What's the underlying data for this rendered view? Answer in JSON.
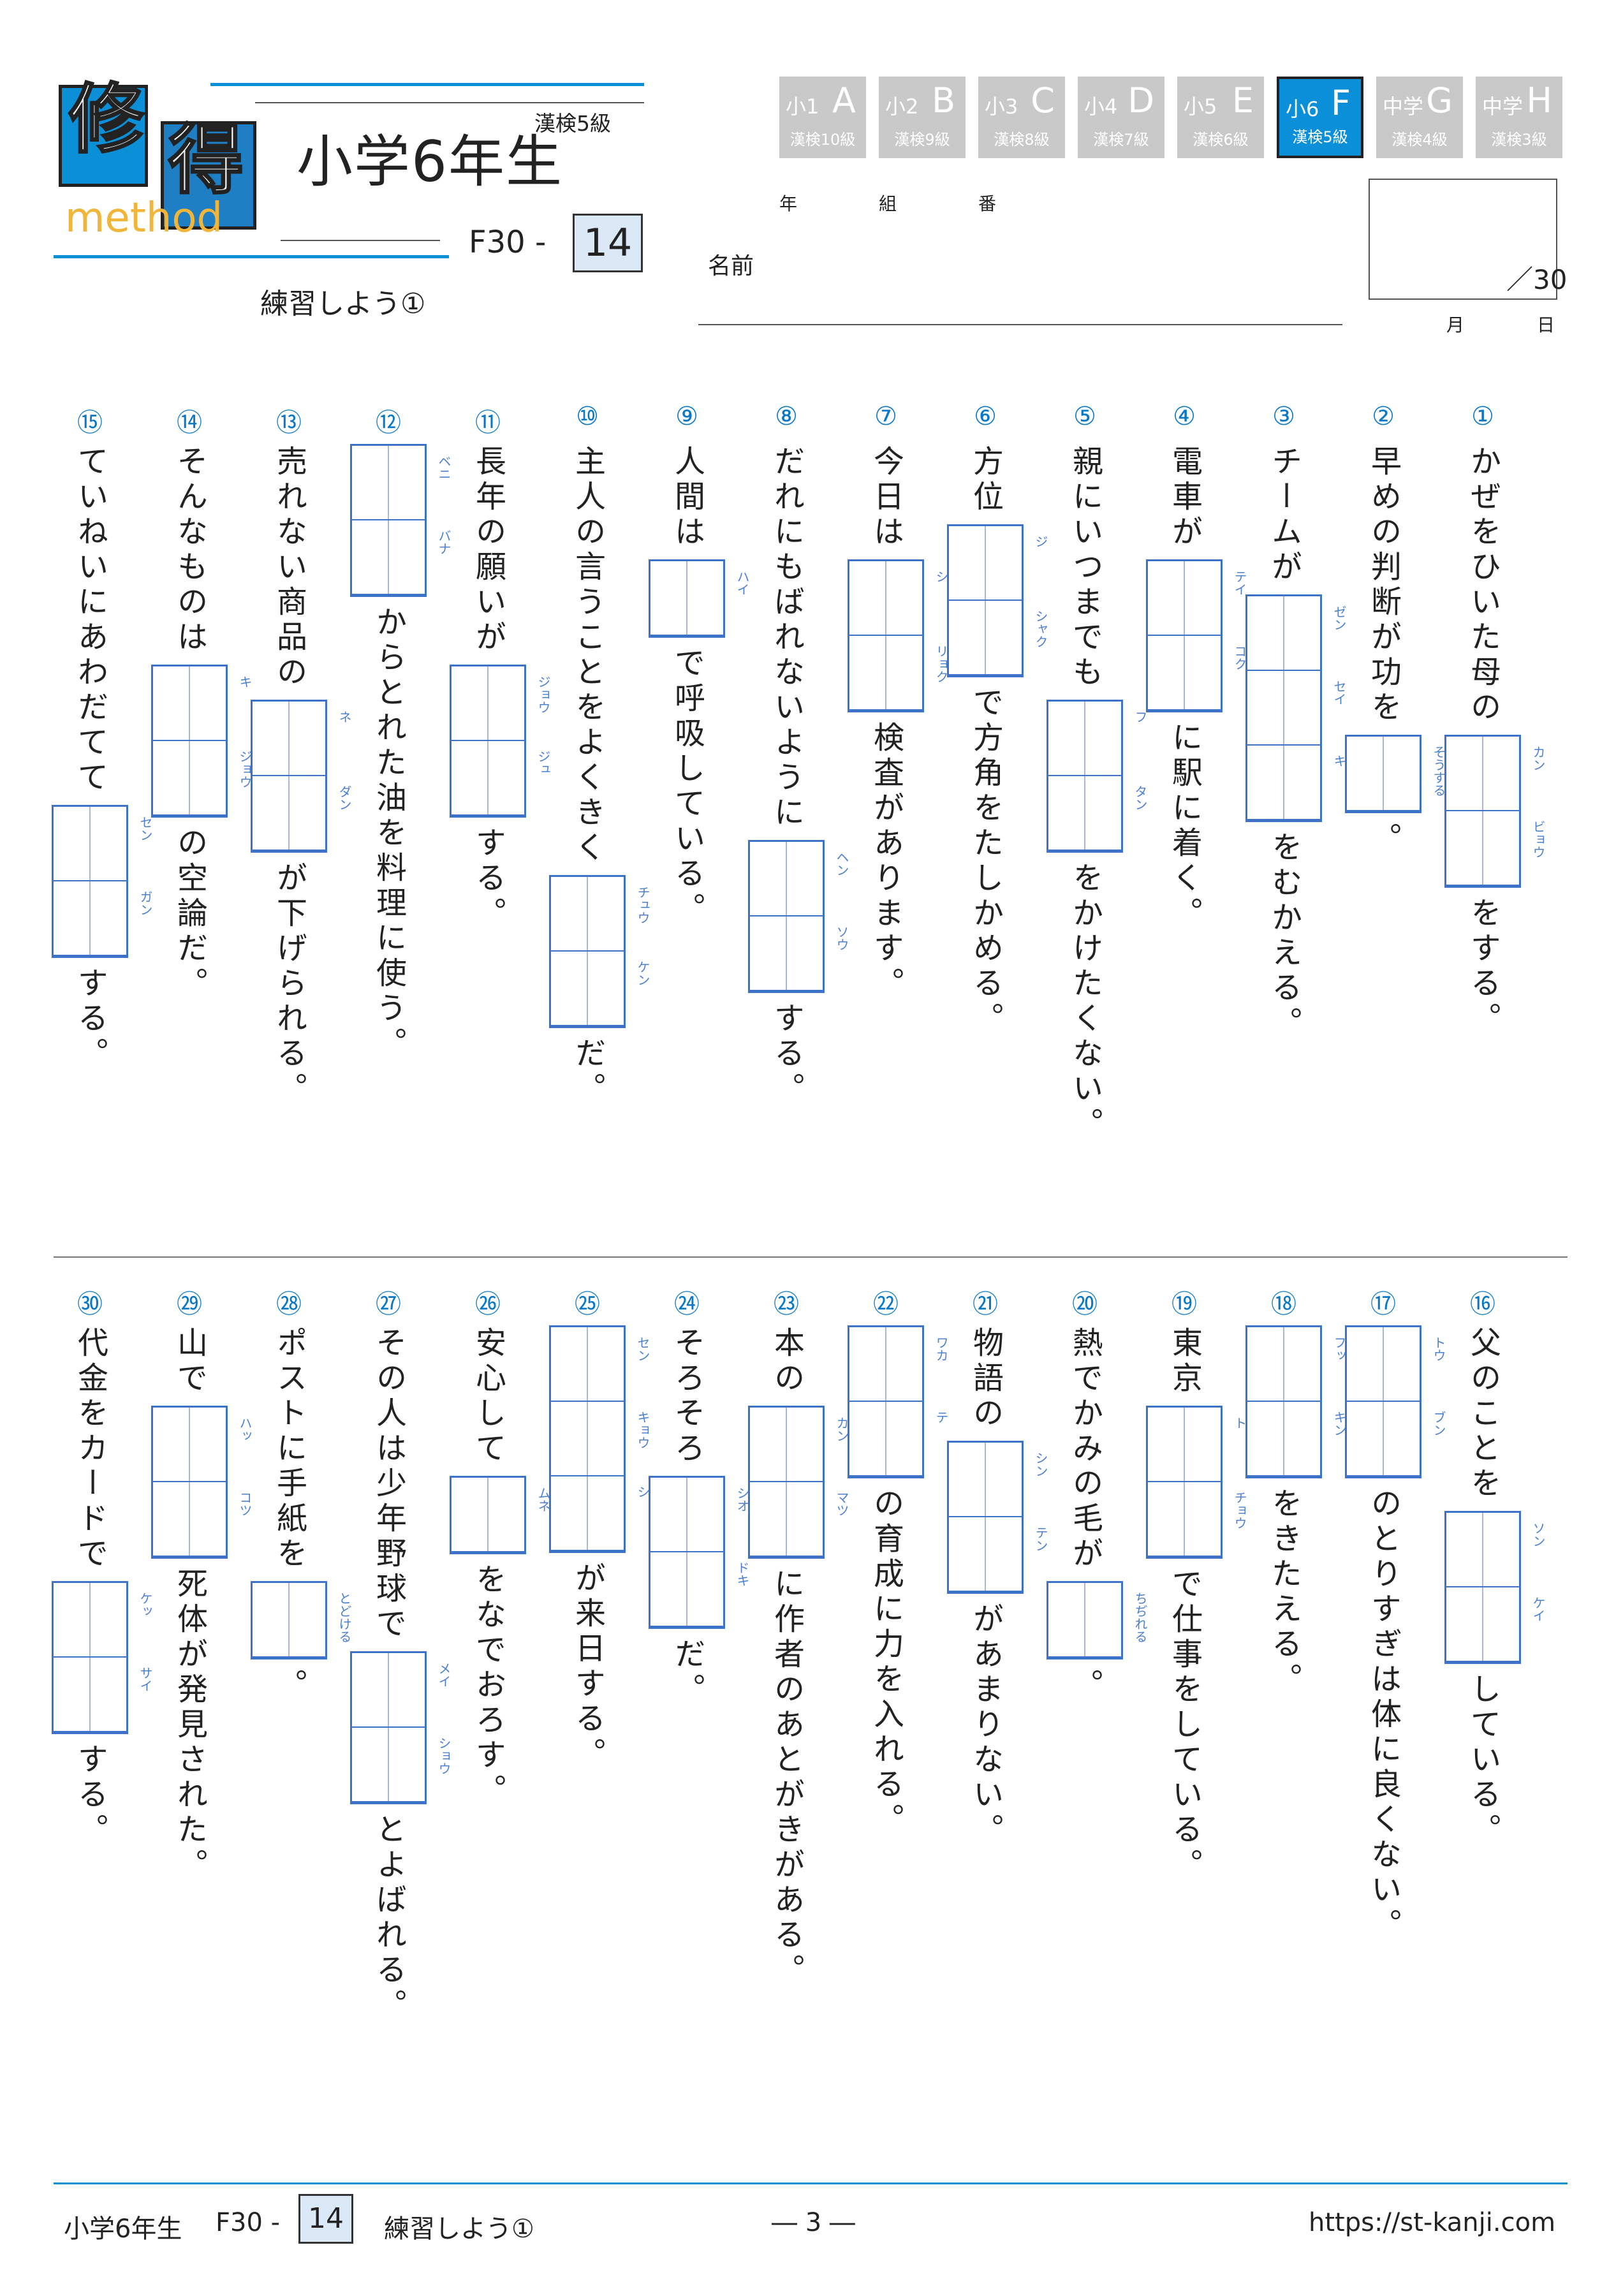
{
  "logo": {
    "kanji1": "修",
    "kanji2": "得",
    "word": "method"
  },
  "header": {
    "grade_title": "小学6年生",
    "kanken": "漢検5級",
    "code_prefix": "F30 -",
    "code_number": "14",
    "sub_title": "練習しよう①"
  },
  "levels": [
    {
      "lv": "小1",
      "letter": "A",
      "ken": "漢検10級",
      "active": false
    },
    {
      "lv": "小2",
      "letter": "B",
      "ken": "漢検9級",
      "active": false
    },
    {
      "lv": "小3",
      "letter": "C",
      "ken": "漢検8級",
      "active": false
    },
    {
      "lv": "小4",
      "letter": "D",
      "ken": "漢検7級",
      "active": false
    },
    {
      "lv": "小5",
      "letter": "E",
      "ken": "漢検6級",
      "active": false
    },
    {
      "lv": "小6",
      "letter": "F",
      "ken": "漢検5級",
      "active": true
    },
    {
      "lv": "中学",
      "letter": "G",
      "ken": "漢検4級",
      "active": false
    },
    {
      "lv": "中学",
      "letter": "H",
      "ken": "漢検3級",
      "active": false
    }
  ],
  "name_area": {
    "year": "年",
    "class": "組",
    "number": "番",
    "name": "名前",
    "month": "月",
    "day": "日",
    "score_total": "／30"
  },
  "questions": [
    {
      "num": "①",
      "parts": [
        {
          "t": "かぜをひいた母の"
        },
        {
          "b": [
            "カン",
            "ビョウ"
          ]
        },
        {
          "t": "をする。"
        }
      ]
    },
    {
      "num": "②",
      "parts": [
        {
          "t": "早めの判断が功を"
        },
        {
          "b": [
            "そうする"
          ],
          "hira": true
        },
        {
          "t": "。"
        }
      ]
    },
    {
      "num": "③",
      "parts": [
        {
          "t": "チームが"
        },
        {
          "b": [
            "ゼン",
            "セイ",
            "キ"
          ]
        },
        {
          "t": "をむかえる。"
        }
      ]
    },
    {
      "num": "④",
      "parts": [
        {
          "t": "電車が"
        },
        {
          "b": [
            "テイ",
            "コク"
          ]
        },
        {
          "t": "に駅に着く。"
        }
      ]
    },
    {
      "num": "⑤",
      "parts": [
        {
          "t": "親にいつまでも"
        },
        {
          "b": [
            "フ",
            "タン"
          ]
        },
        {
          "t": "をかけたくない。"
        }
      ]
    },
    {
      "num": "⑥",
      "parts": [
        {
          "t": "方位"
        },
        {
          "b": [
            "ジ",
            "シャク"
          ]
        },
        {
          "t": "で方角をたしかめる。"
        }
      ]
    },
    {
      "num": "⑦",
      "parts": [
        {
          "t": "今日は"
        },
        {
          "b": [
            "シ",
            "リョク"
          ]
        },
        {
          "t": "検査があります。"
        }
      ]
    },
    {
      "num": "⑧",
      "parts": [
        {
          "t": "だれにもばれないように"
        },
        {
          "b": [
            "ヘン",
            "ソウ"
          ]
        },
        {
          "t": "する。"
        }
      ]
    },
    {
      "num": "⑨",
      "parts": [
        {
          "t": "人間は"
        },
        {
          "b": [
            "ハイ"
          ]
        },
        {
          "t": "で呼吸している。"
        }
      ]
    },
    {
      "num": "⑩",
      "parts": [
        {
          "t": "主人の言うことをよくきく"
        },
        {
          "b": [
            "チュウ",
            "ケン"
          ]
        },
        {
          "t": "だ。"
        }
      ]
    },
    {
      "num": "⑪",
      "parts": [
        {
          "t": "長年の願いが"
        },
        {
          "b": [
            "ジョウ",
            "ジュ"
          ]
        },
        {
          "t": "する。"
        }
      ]
    },
    {
      "num": "⑫",
      "parts": [
        {
          "b": [
            "ベニ",
            "バナ"
          ]
        },
        {
          "t": "からとれた油を料理に使う。"
        }
      ]
    },
    {
      "num": "⑬",
      "parts": [
        {
          "t": "売れない商品の"
        },
        {
          "b": [
            "ネ",
            "ダン"
          ]
        },
        {
          "t": "が下げられる。"
        }
      ]
    },
    {
      "num": "⑭",
      "parts": [
        {
          "t": "そんなものは"
        },
        {
          "b": [
            "キ",
            "ジョウ"
          ]
        },
        {
          "t": "の空論だ。"
        }
      ]
    },
    {
      "num": "⑮",
      "parts": [
        {
          "t": "ていねいにあわだてて"
        },
        {
          "b": [
            "セン",
            "ガン"
          ]
        },
        {
          "t": "する。"
        }
      ]
    },
    {
      "num": "⑯",
      "parts": [
        {
          "t": "父のことを"
        },
        {
          "b": [
            "ソン",
            "ケイ"
          ]
        },
        {
          "t": "している。"
        }
      ]
    },
    {
      "num": "⑰",
      "parts": [
        {
          "b": [
            "トウ",
            "ブン"
          ]
        },
        {
          "t": "のとりすぎは体に良くない。"
        }
      ]
    },
    {
      "num": "⑱",
      "parts": [
        {
          "b": [
            "フッ",
            "キン"
          ]
        },
        {
          "t": "をきたえる。"
        }
      ]
    },
    {
      "num": "⑲",
      "parts": [
        {
          "t": "東京"
        },
        {
          "b": [
            "ト",
            "チョウ"
          ]
        },
        {
          "t": "で仕事をしている。"
        }
      ]
    },
    {
      "num": "⑳",
      "parts": [
        {
          "t": "熱でかみの毛が"
        },
        {
          "b": [
            "ちぢれる"
          ],
          "hira": true
        },
        {
          "t": "。"
        }
      ]
    },
    {
      "num": "㉑",
      "parts": [
        {
          "t": "物語の"
        },
        {
          "b": [
            "シン",
            "テン"
          ]
        },
        {
          "t": "があまりない。"
        }
      ]
    },
    {
      "num": "㉒",
      "parts": [
        {
          "b": [
            "ワカ",
            "テ"
          ]
        },
        {
          "t": "の育成に力を入れる。"
        }
      ]
    },
    {
      "num": "㉓",
      "parts": [
        {
          "t": "本の"
        },
        {
          "b": [
            "カン",
            "マツ"
          ]
        },
        {
          "t": "に作者のあとがきがある。"
        }
      ]
    },
    {
      "num": "㉔",
      "parts": [
        {
          "t": "そろそろ"
        },
        {
          "b": [
            "シオ",
            "ドキ"
          ]
        },
        {
          "t": "だ。"
        }
      ]
    },
    {
      "num": "㉕",
      "parts": [
        {
          "b": [
            "セン",
            "キョウ",
            "シ"
          ]
        },
        {
          "t": "が来日する。"
        }
      ]
    },
    {
      "num": "㉖",
      "parts": [
        {
          "t": "安心して"
        },
        {
          "b": [
            "ムネ"
          ]
        },
        {
          "t": "をなでおろす。"
        }
      ]
    },
    {
      "num": "㉗",
      "parts": [
        {
          "t": "その人は少年野球で"
        },
        {
          "b": [
            "メイ",
            "ショウ"
          ]
        },
        {
          "t": "とよばれる。"
        }
      ]
    },
    {
      "num": "㉘",
      "parts": [
        {
          "t": "ポストに手紙を"
        },
        {
          "b": [
            "とどける"
          ],
          "hira": true
        },
        {
          "t": "。"
        }
      ]
    },
    {
      "num": "㉙",
      "parts": [
        {
          "t": "山で"
        },
        {
          "b": [
            "ハッ",
            "コツ"
          ]
        },
        {
          "t": "死体が発見された。"
        }
      ]
    },
    {
      "num": "㉚",
      "parts": [
        {
          "t": "代金をカードで"
        },
        {
          "b": [
            "ケッ",
            "サイ"
          ]
        },
        {
          "t": "する。"
        }
      ]
    }
  ],
  "footer": {
    "grade": "小学6年生",
    "code_prefix": "F30 -",
    "code_number": "14",
    "title": "練習しよう①",
    "page": "― 3 ―",
    "url": "https://st-kanji.com"
  }
}
